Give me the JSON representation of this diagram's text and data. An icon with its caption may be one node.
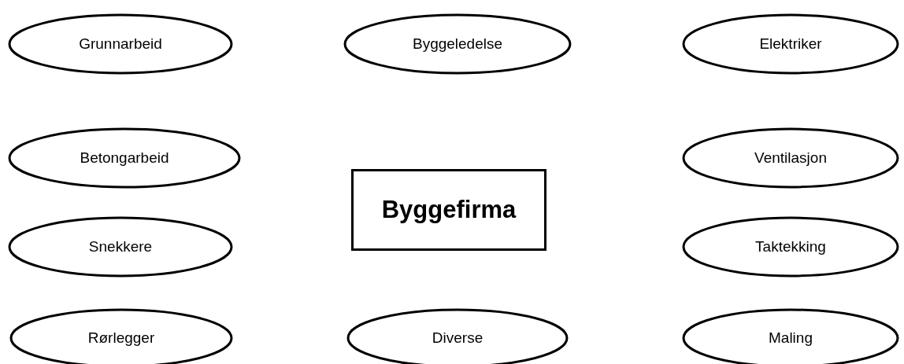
{
  "diagram": {
    "nodes": [
      {
        "text": [
          "Grunnarbeid"
        ]
      },
      {
        "text": [
          "Byggeledelse"
        ]
      },
      {
        "text": [
          "Elektriker"
        ]
      },
      {
        "text": [
          "Betongarbeid"
        ]
      },
      {
        "text": [
          "Ventilasjon"
        ]
      },
      {
        "text": [
          "Byggefirma"
        ]
      },
      {
        "text": [
          "Snekkere"
        ]
      },
      {
        "text": [
          "Taktekking"
        ]
      },
      {
        "text": [
          "Rørlegger"
        ]
      },
      {
        "text": [
          "Diverse"
        ]
      },
      {
        "text": [
          "Maling"
        ]
      }
    ]
  }
}
